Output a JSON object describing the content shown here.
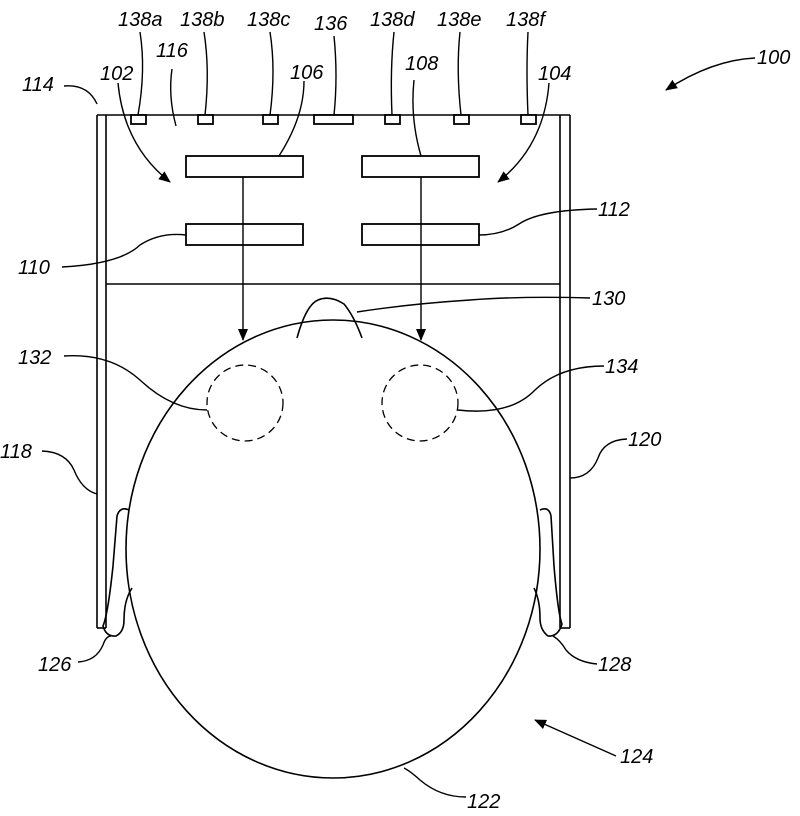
{
  "figure": {
    "labels": {
      "l100": "100",
      "l102": "102",
      "l104": "104",
      "l106": "106",
      "l108": "108",
      "l110": "110",
      "l112": "112",
      "l114": "114",
      "l116": "116",
      "l118": "118",
      "l120": "120",
      "l122": "122",
      "l124": "124",
      "l126": "126",
      "l128": "128",
      "l130": "130",
      "l132": "132",
      "l134": "134",
      "l136": "136",
      "l138a": "138a",
      "l138b": "138b",
      "l138c": "138c",
      "l138d": "138d",
      "l138e": "138e",
      "l138f": "138f"
    }
  }
}
